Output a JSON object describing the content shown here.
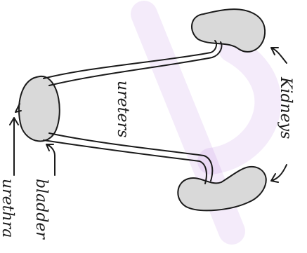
{
  "labels": {
    "kidneys": "Kidneys",
    "ureters": "ureters",
    "bladder": "bladder",
    "urethra": "urethra"
  },
  "colors": {
    "organ_fill": "#d9d9d9",
    "ink": "#1a1a1a",
    "watermark": "#a45cd6"
  }
}
